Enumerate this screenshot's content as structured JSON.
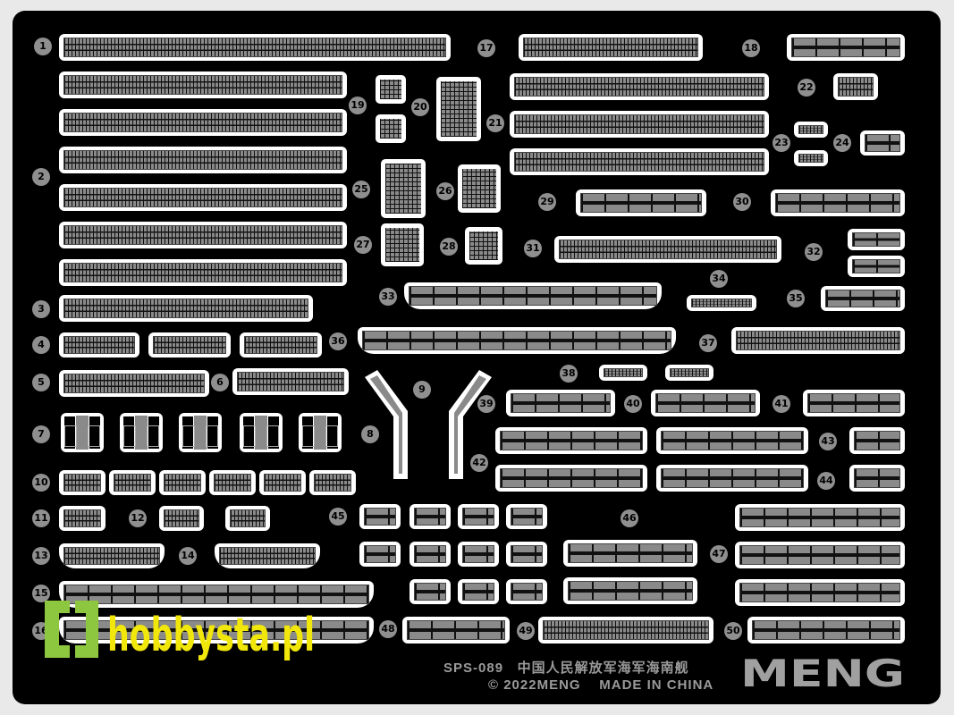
{
  "sheet": {
    "part_numbers": [
      "1",
      "2",
      "3",
      "4",
      "5",
      "6",
      "7",
      "8",
      "9",
      "10",
      "11",
      "12",
      "13",
      "14",
      "15",
      "16",
      "17",
      "18",
      "19",
      "20",
      "21",
      "22",
      "23",
      "24",
      "25",
      "26",
      "27",
      "28",
      "29",
      "30",
      "31",
      "32",
      "33",
      "34",
      "35",
      "36",
      "37",
      "38",
      "39",
      "40",
      "41",
      "42",
      "43",
      "44",
      "45",
      "46",
      "47",
      "48",
      "49",
      "50"
    ]
  },
  "footer": {
    "product_code": "SPS-089",
    "title_cn": "中国人民解放军海军海南舰",
    "copyright": "© 2022MENG",
    "made_in": "MADE IN CHINA",
    "brand": "MENG"
  },
  "watermark": {
    "text": "hobbysta.pl",
    "color": "#f2e70a",
    "icon_color": "#8dc63f"
  },
  "colors": {
    "sheet": "#000000",
    "metal": "#8a8a8a",
    "outline": "#ffffff"
  }
}
